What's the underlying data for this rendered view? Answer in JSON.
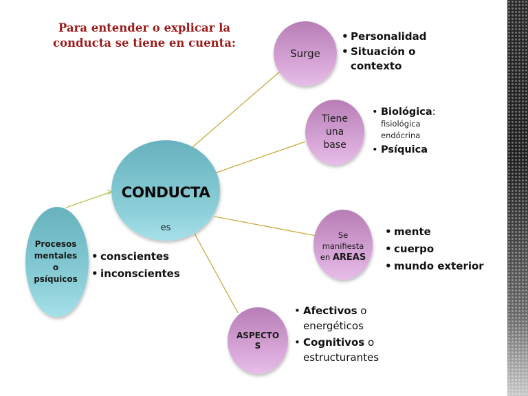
{
  "title": "Para entender o explicar la conducta se tiene en cuenta:",
  "colors": {
    "title": "#9b1b1b",
    "purple_node": "#c993c8",
    "teal_node": "#7cc3cd",
    "connector": "#c9a93e",
    "arrow_connector": "#a6c94a"
  },
  "center": {
    "label": "CONDUCTA",
    "sub": "es"
  },
  "procesos": {
    "label_lines": [
      "Procesos",
      "mentales",
      "o",
      "psíquicos"
    ],
    "bullets": [
      "conscientes",
      "inconscientes"
    ]
  },
  "branches": {
    "surge": {
      "label": "Surge",
      "bullets": [
        "Personalidad",
        "Situación o contexto"
      ]
    },
    "tiene": {
      "label_lines": [
        "Tiene",
        "una",
        "base"
      ],
      "bullets": [
        {
          "bold": "Biológica",
          "suffix": ":",
          "sub_lines": [
            "fisiológica",
            "endócrina"
          ]
        },
        {
          "bold": "Psíquica"
        }
      ]
    },
    "areas": {
      "label_lines": [
        "Se",
        "manifiesta",
        "en"
      ],
      "label_bold": "AREAS",
      "bullets": [
        "mente",
        "cuerpo",
        "mundo exterior"
      ]
    },
    "aspectos": {
      "label_lines": [
        "ASPECTO",
        "S"
      ],
      "bullets": [
        {
          "bold": "Afectivos",
          "rest": " o energéticos"
        },
        {
          "bold": "Cognitivos",
          "rest": " o estructurantes"
        }
      ]
    }
  }
}
